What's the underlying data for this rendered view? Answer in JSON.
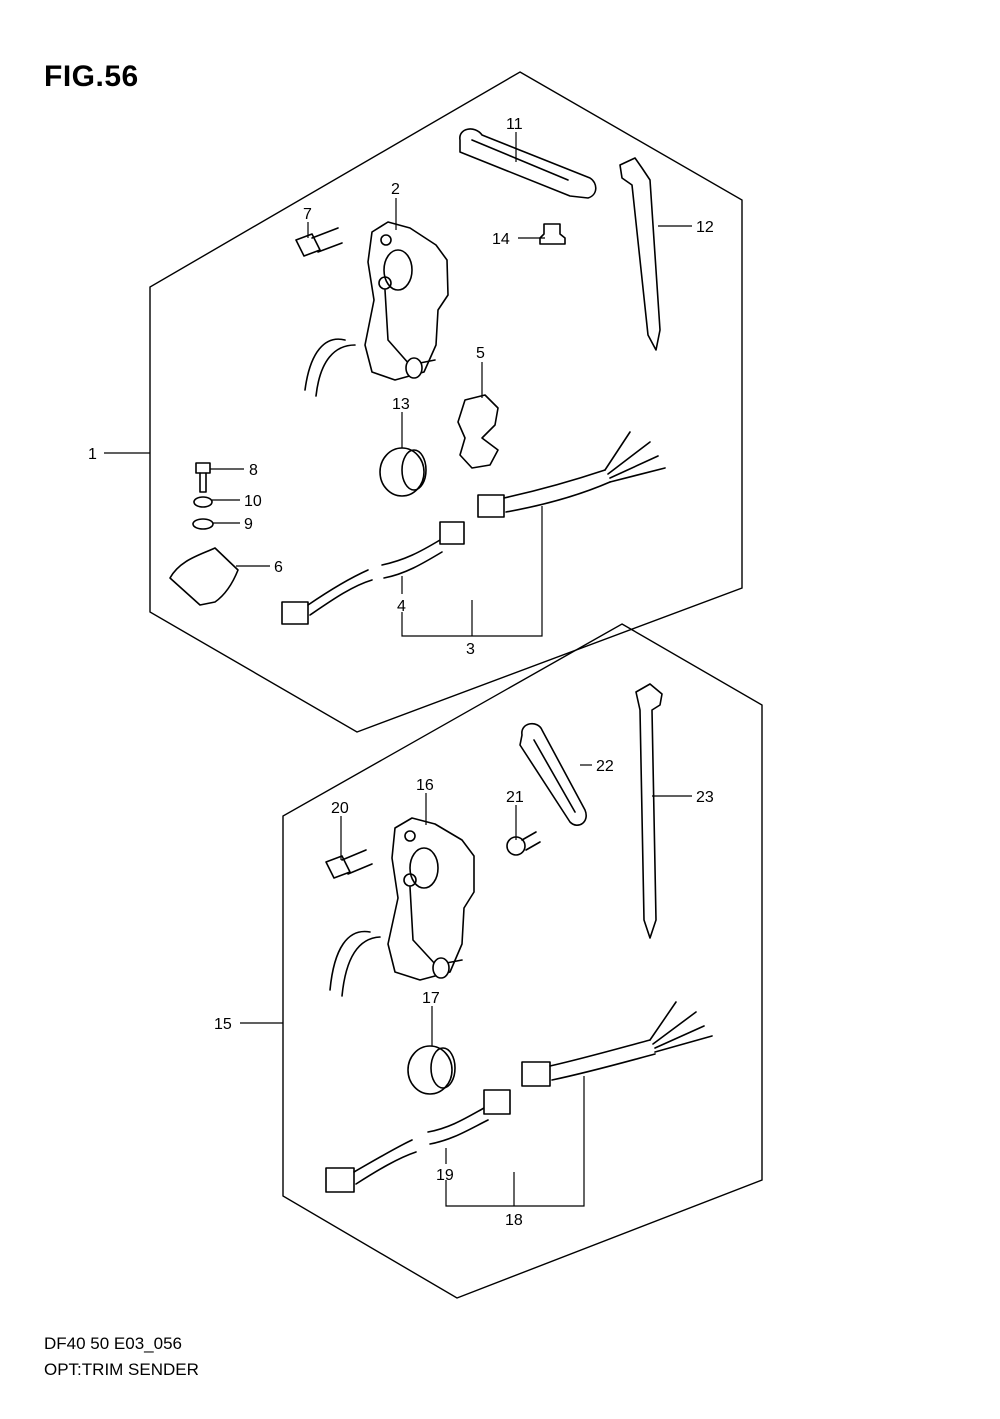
{
  "figure": {
    "title": "FIG.56"
  },
  "footer": {
    "model_code": "DF40 50 E03_056",
    "caption": "OPT:TRIM SENDER"
  },
  "callouts": {
    "c1": "1",
    "c2": "2",
    "c3": "3",
    "c4": "4",
    "c5": "5",
    "c6": "6",
    "c7": "7",
    "c8": "8",
    "c9": "9",
    "c10": "10",
    "c11": "11",
    "c12": "12",
    "c13": "13",
    "c14": "14",
    "c15": "15",
    "c16": "16",
    "c17": "17",
    "c18": "18",
    "c19": "19",
    "c20": "20",
    "c21": "21",
    "c22": "22",
    "c23": "23"
  }
}
